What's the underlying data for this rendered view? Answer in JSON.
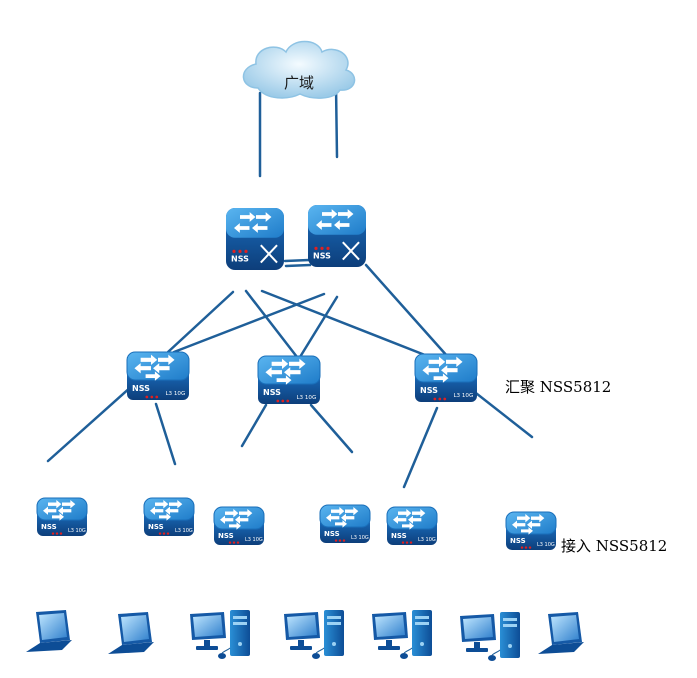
{
  "cloud": {
    "label": "广域",
    "icon": "cloud-icon"
  },
  "core": {
    "icon": "core-switch-icon",
    "brand": "NSS",
    "count": 2
  },
  "aggregation": {
    "label": "汇聚 NSS5812",
    "brand": "NSS",
    "badge": "L3 10G",
    "icon": "aggregation-switch-icon",
    "count": 3
  },
  "access": {
    "label": "接入 NSS5812",
    "brand": "NSS",
    "badge": "L3 10G",
    "icon": "access-switch-icon",
    "count": 6
  },
  "endpoints": [
    {
      "type": "laptop",
      "icon": "laptop-icon"
    },
    {
      "type": "laptop",
      "icon": "laptop-icon"
    },
    {
      "type": "desktop",
      "icon": "desktop-computer-icon"
    },
    {
      "type": "desktop",
      "icon": "desktop-computer-icon"
    },
    {
      "type": "desktop",
      "icon": "desktop-computer-icon"
    },
    {
      "type": "desktop",
      "icon": "desktop-computer-icon"
    },
    {
      "type": "laptop",
      "icon": "laptop-icon"
    }
  ],
  "colors": {
    "link": "#1f5f99",
    "switch_top": "#2a8fd6",
    "switch_side": "#1559a6",
    "switch_dark": "#0d3e7a",
    "cloud": "#b7d9ee",
    "arrow": "#ffffff",
    "led": "#e02020"
  }
}
